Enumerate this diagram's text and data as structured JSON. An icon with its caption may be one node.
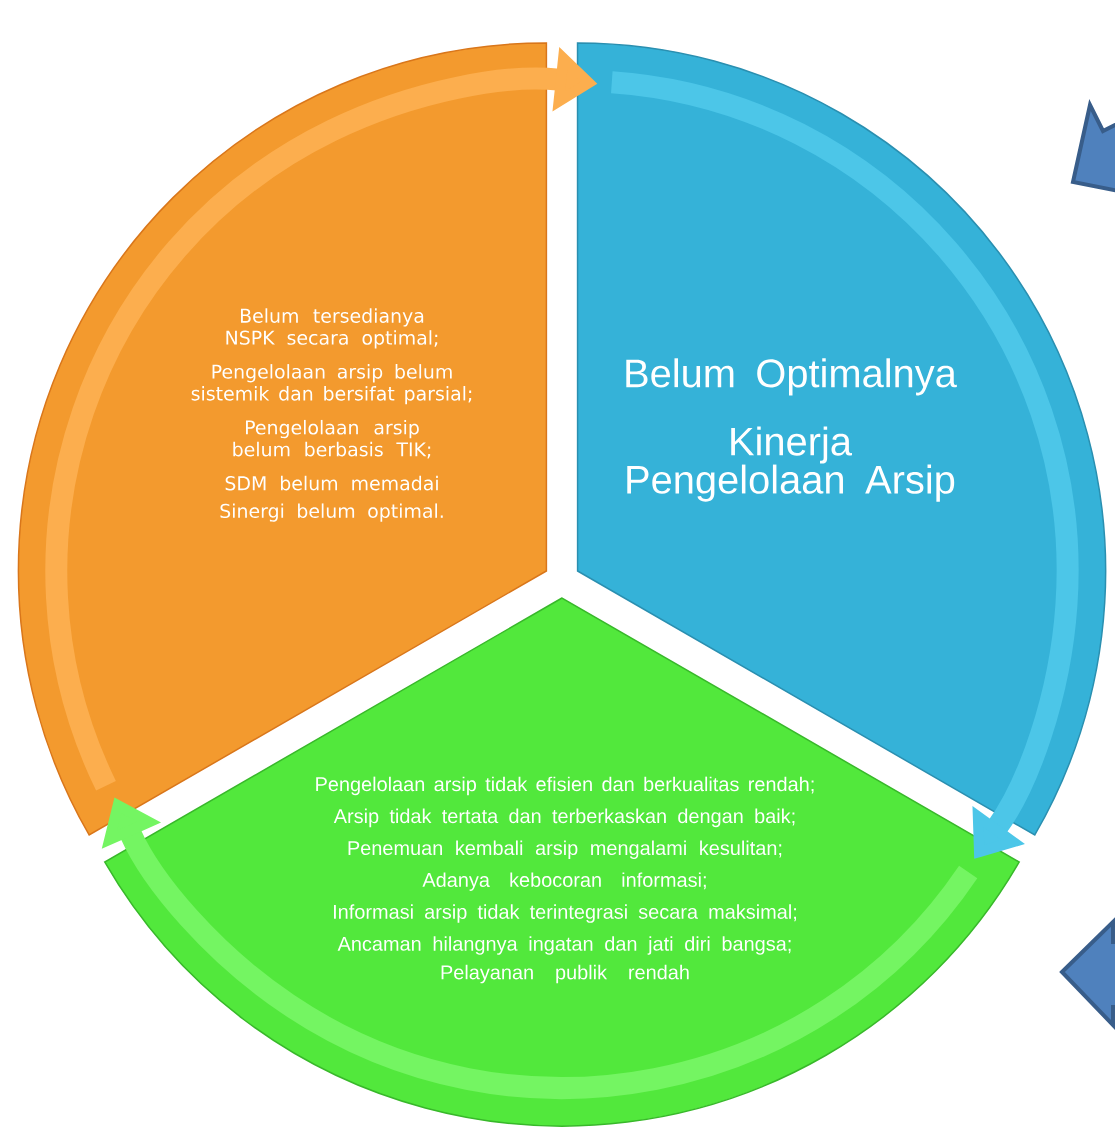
{
  "diagram": {
    "nodes": [
      {
        "text": [
          "Belum tersedianya NSPK secara optimal;",
          "Pengelolaan arsip  belum sistemik dan bersifat parsial;",
          "Pengelolaan arsip belum berbasis TIK;",
          "SDM belum memadai",
          "Sinergi belum optimal."
        ]
      },
      {
        "text": [
          "Belum Optimalnya",
          "Kinerja Pengelolaan Arsip"
        ]
      },
      {
        "text": [
          "Pengelolaan  arsip  tidak efisien dan berkualitas rendah;",
          "Arsip tidak tertata dan terberkaskan dengan baik;",
          "Penemuan kembali arsip mengalami kesulitan;",
          "Adanya kebocoran informasi;",
          "Informasi arsip tidak terintegrasi secara maksimal;",
          "Ancaman hilangnya ingatan dan jati diri bangsa;",
          "Pelayanan publik rendah"
        ]
      }
    ],
    "edges": [
      {
        "from": 0,
        "to": 1,
        "arrow": "to",
        "color": "#fcae4e"
      },
      {
        "from": 1,
        "to": 2,
        "arrow": "to",
        "color": "#4cc6e8"
      },
      {
        "from": 2,
        "to": 0,
        "arrow": "to",
        "color": "#74f562"
      }
    ]
  }
}
